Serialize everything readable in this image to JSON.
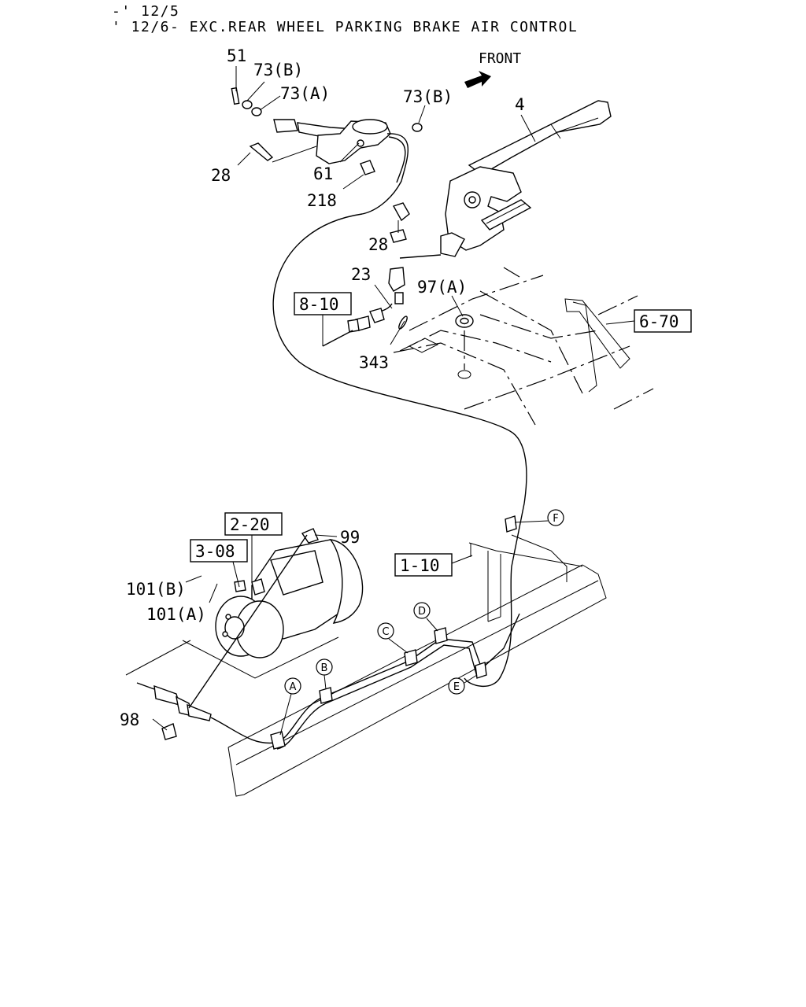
{
  "header": {
    "line1": "-' 12/5",
    "line2": "' 12/6- EXC.REAR WHEEL PARKING BRAKE AIR CONTROL"
  },
  "direction": {
    "front_label": "FRONT"
  },
  "callouts": {
    "p51": "51",
    "p73b_1": "73(B)",
    "p73a": "73(A)",
    "p73b_2": "73(B)",
    "p4": "4",
    "p28_1": "28",
    "p61": "61",
    "p218": "218",
    "p28_2": "28",
    "p23": "23",
    "p97a": "97(A)",
    "p343": "343",
    "p99": "99",
    "p101b": "101(B)",
    "p101a": "101(A)",
    "p98": "98"
  },
  "references": {
    "r810": "8-10",
    "r670": "6-70",
    "r220": "2-20",
    "r308": "3-08",
    "r110": "1-10"
  },
  "clip_markers": {
    "a": "A",
    "b": "B",
    "c": "C",
    "d": "D",
    "e": "E",
    "f": "F"
  }
}
